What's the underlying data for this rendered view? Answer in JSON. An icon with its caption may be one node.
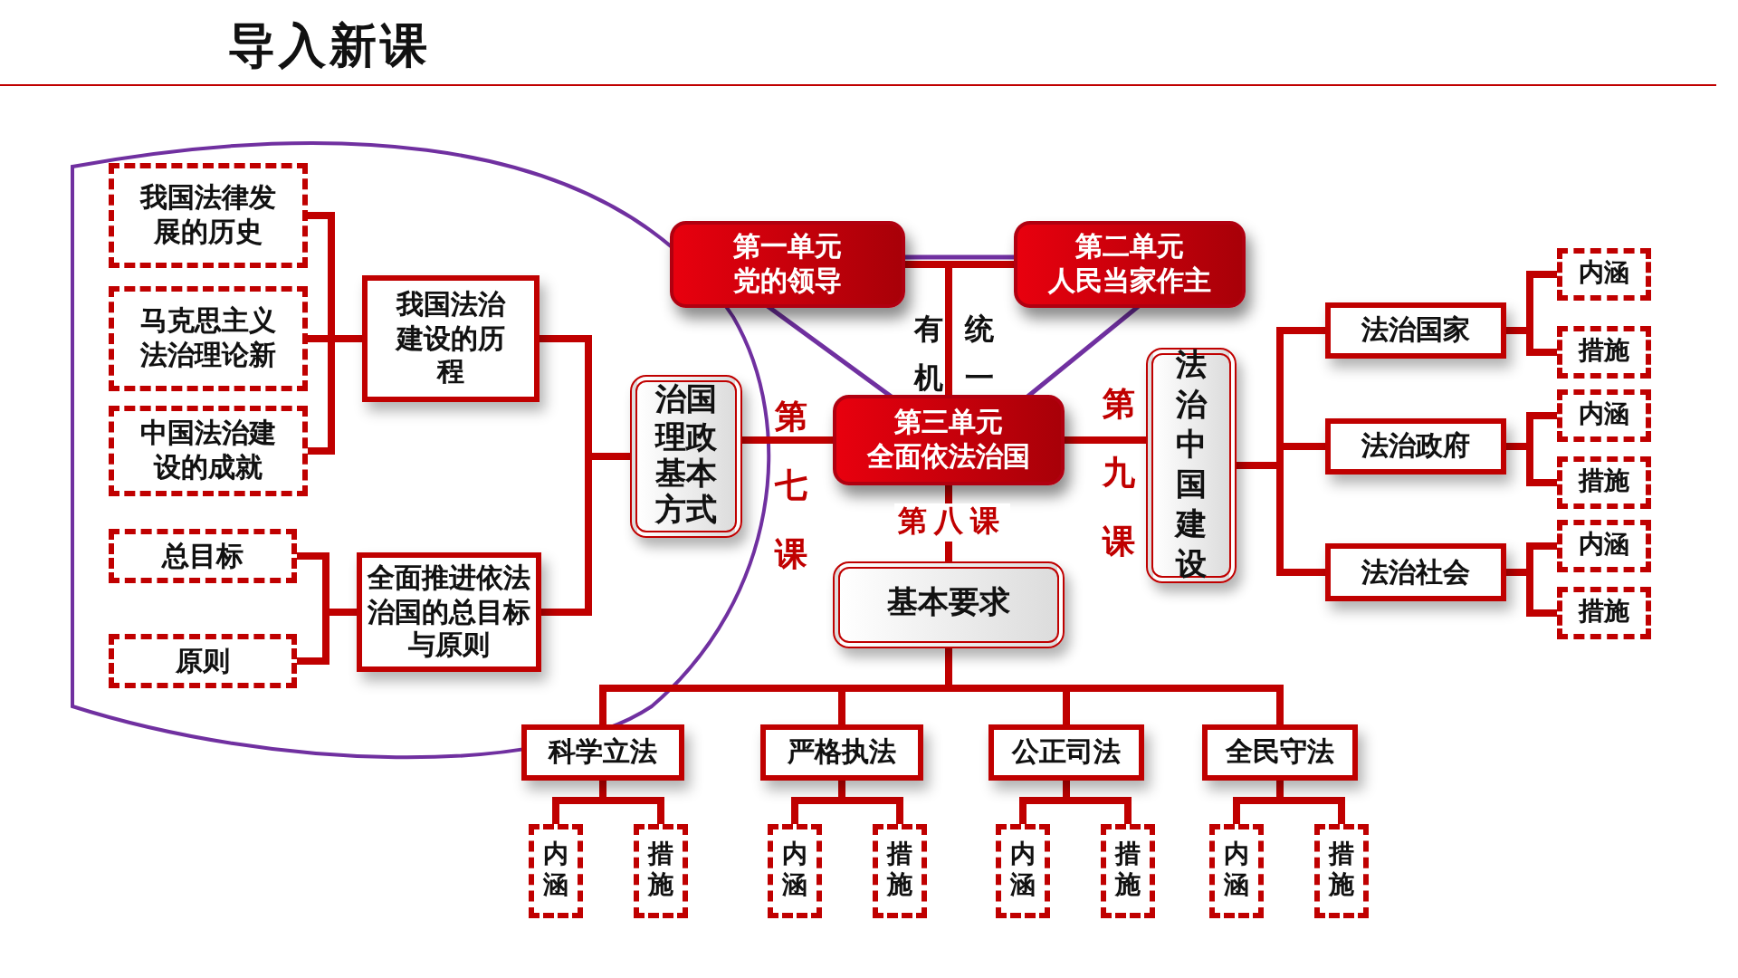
{
  "diagram": {
    "title": "导入新课",
    "nodes": [
      {
        "text": [
          "我国法律发展的历史"
        ]
      },
      {
        "text": [
          "马克思主义法治理论新"
        ]
      },
      {
        "text": [
          "中国法治建设的成就"
        ]
      },
      {
        "text": [
          "总目标"
        ]
      },
      {
        "text": [
          "原则"
        ]
      },
      {
        "text": [
          "我国法治建设的历程"
        ]
      },
      {
        "text": [
          "全面推进依法治国的总目标与原则"
        ]
      },
      {
        "text": [
          "治国理政基本方式"
        ]
      },
      {
        "text": [
          "第一单元",
          "党的领导"
        ]
      },
      {
        "text": [
          "第二单元",
          "人民当家作主"
        ]
      },
      {
        "text": [
          "第三单元",
          "全面依法治国"
        ]
      },
      {
        "text": [
          "基本要求"
        ]
      },
      {
        "text": [
          "法治中国建设"
        ]
      },
      {
        "text": [
          "法治国家"
        ]
      },
      {
        "text": [
          "法治政府"
        ]
      },
      {
        "text": [
          "法治社会"
        ]
      },
      {
        "text": [
          "内涵"
        ]
      },
      {
        "text": [
          "措施"
        ]
      },
      {
        "text": [
          "内涵"
        ]
      },
      {
        "text": [
          "措施"
        ]
      },
      {
        "text": [
          "内涵"
        ]
      },
      {
        "text": [
          "措施"
        ]
      },
      {
        "text": [
          "科学立法"
        ]
      },
      {
        "text": [
          "严格执法"
        ]
      },
      {
        "text": [
          "公正司法"
        ]
      },
      {
        "text": [
          "全民守法"
        ]
      },
      {
        "text": [
          "内涵"
        ]
      },
      {
        "text": [
          "措施"
        ]
      },
      {
        "text": [
          "内涵"
        ]
      },
      {
        "text": [
          "措施"
        ]
      },
      {
        "text": [
          "内涵"
        ]
      },
      {
        "text": [
          "措施"
        ]
      },
      {
        "text": [
          "内涵"
        ]
      },
      {
        "text": [
          "措施"
        ]
      }
    ],
    "edges": [
      {
        "from": 5,
        "to": 0,
        "arrow": "none"
      },
      {
        "from": 5,
        "to": 1,
        "arrow": "none"
      },
      {
        "from": 5,
        "to": 2,
        "arrow": "none"
      },
      {
        "from": 6,
        "to": 3,
        "arrow": "none"
      },
      {
        "from": 6,
        "to": 4,
        "arrow": "none"
      },
      {
        "from": 7,
        "to": 5,
        "arrow": "none"
      },
      {
        "from": 7,
        "to": 6,
        "arrow": "none"
      },
      {
        "from": 10,
        "to": 7,
        "arrow": "none"
      },
      {
        "from": 8,
        "to": 9,
        "arrow": "none"
      },
      {
        "from": 8,
        "to": 10,
        "arrow": "none"
      },
      {
        "from": 9,
        "to": 10,
        "arrow": "none"
      },
      {
        "from": 10,
        "to": 11,
        "arrow": "none",
        "label": "第八课"
      },
      {
        "from": 10,
        "to": 12,
        "arrow": "none"
      },
      {
        "from": 12,
        "to": 13,
        "arrow": "none"
      },
      {
        "from": 12,
        "to": 14,
        "arrow": "none"
      },
      {
        "from": 12,
        "to": 15,
        "arrow": "none"
      },
      {
        "from": 13,
        "to": 16,
        "arrow": "none"
      },
      {
        "from": 13,
        "to": 17,
        "arrow": "none"
      },
      {
        "from": 14,
        "to": 18,
        "arrow": "none"
      },
      {
        "from": 14,
        "to": 19,
        "arrow": "none"
      },
      {
        "from": 15,
        "to": 20,
        "arrow": "none"
      },
      {
        "from": 15,
        "to": 21,
        "arrow": "none"
      },
      {
        "from": 11,
        "to": 22,
        "arrow": "none"
      },
      {
        "from": 11,
        "to": 23,
        "arrow": "none"
      },
      {
        "from": 11,
        "to": 24,
        "arrow": "none"
      },
      {
        "from": 11,
        "to": 25,
        "arrow": "none"
      },
      {
        "from": 22,
        "to": 26,
        "arrow": "none"
      },
      {
        "from": 22,
        "to": 27,
        "arrow": "none"
      },
      {
        "from": 23,
        "to": 28,
        "arrow": "none"
      },
      {
        "from": 23,
        "to": 29,
        "arrow": "none"
      },
      {
        "from": 24,
        "to": 30,
        "arrow": "none"
      },
      {
        "from": 24,
        "to": 31,
        "arrow": "none"
      },
      {
        "from": 25,
        "to": 32,
        "arrow": "none"
      },
      {
        "from": 25,
        "to": 33,
        "arrow": "none"
      }
    ],
    "labels": [
      "有机",
      "统一",
      "第七课",
      "第九课"
    ]
  }
}
